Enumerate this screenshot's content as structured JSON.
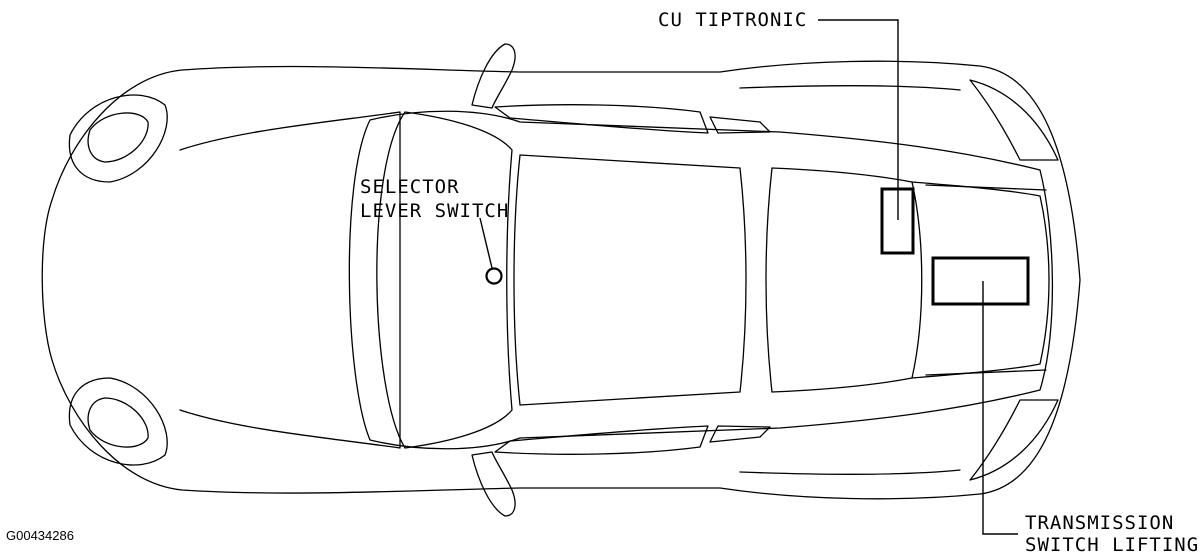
{
  "labels": {
    "cu_tiptronic": "CU TIPTRONIC",
    "selector_line1": "SELECTOR",
    "selector_line2": "LEVER SWITCH",
    "transmission_line1": "TRANSMISSION",
    "transmission_line2": "SWITCH LIFTING"
  },
  "figure_code": "G00434286"
}
